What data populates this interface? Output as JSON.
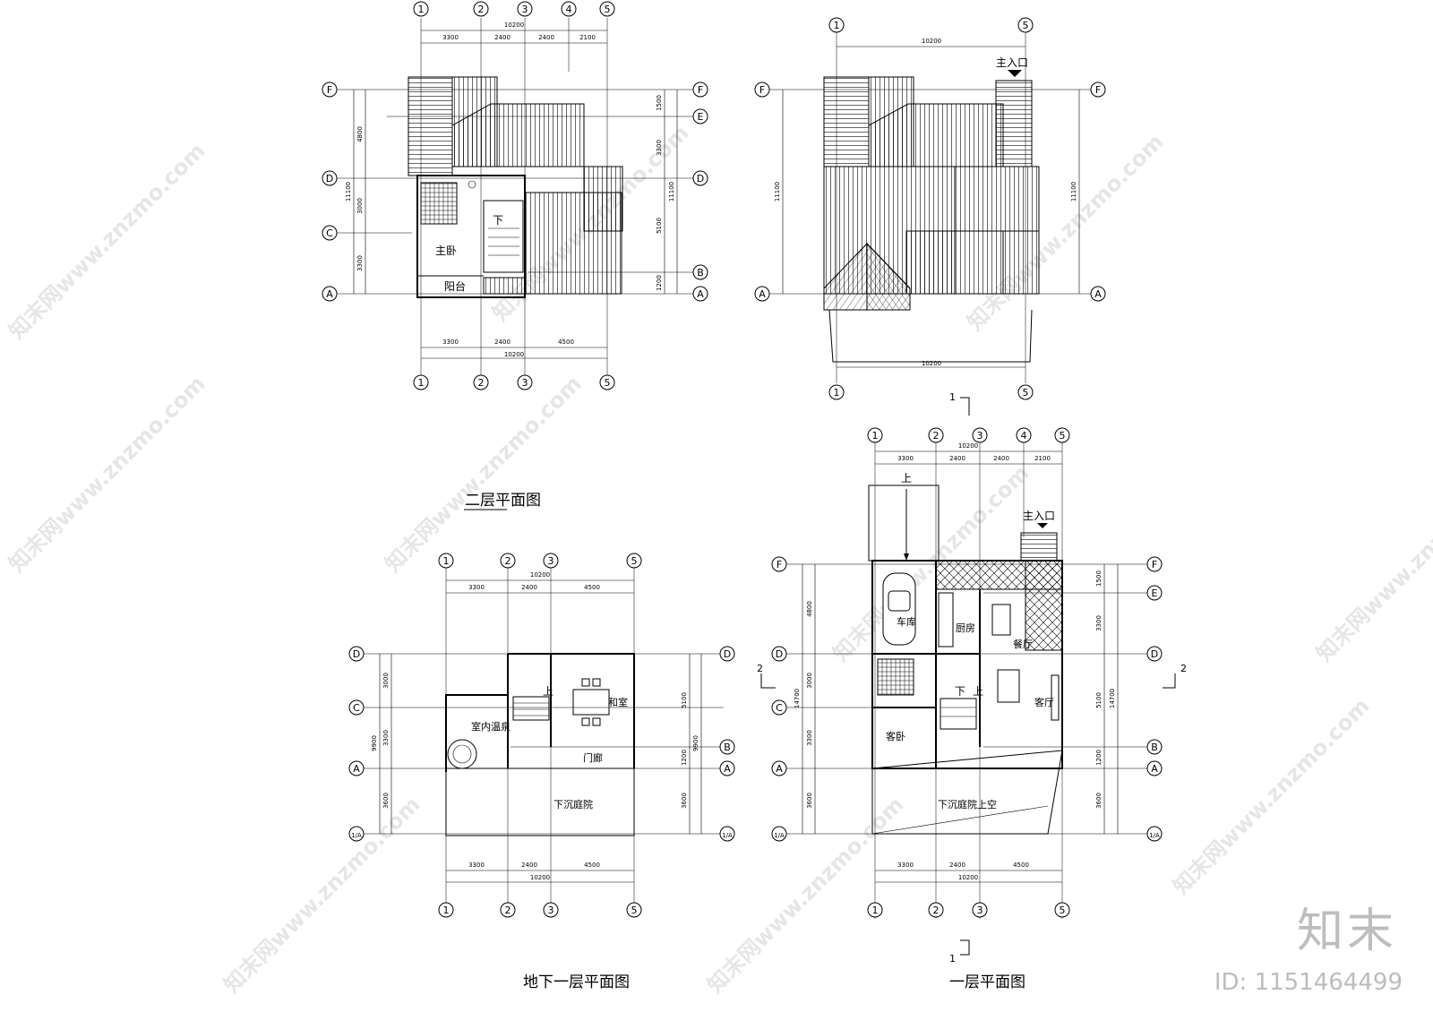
{
  "watermark": {
    "brand": "知末",
    "id": "ID: 1151464499",
    "pattern": "知末网www.znzmo.com"
  },
  "grid": {
    "nums_5": [
      "1",
      "2",
      "3",
      "4",
      "5"
    ],
    "nums_4": [
      "1",
      "2",
      "3",
      "5"
    ],
    "nums_2": [
      "1",
      "5"
    ],
    "letters_6": [
      "F",
      "E",
      "D",
      "C",
      "B",
      "A"
    ],
    "letters_ugr": [
      "D",
      "C",
      "B",
      "A",
      "1/A"
    ]
  },
  "dims": {
    "total": "10200",
    "top4": [
      "3300",
      "2400",
      "2400",
      "2100"
    ],
    "bot3": [
      "3300",
      "2400",
      "4500"
    ],
    "v_left_plan2": [
      "4800",
      "3000",
      "3300"
    ],
    "v_right_plan2": [
      "1500",
      "3300",
      "5100",
      "1200"
    ],
    "v_total_11100": "11100",
    "v_total_14700": "14700",
    "v_left_ugr": [
      "3000",
      "3300",
      "3600"
    ],
    "v_right_ugr": [
      "5100",
      "1200",
      "3600"
    ],
    "v_total_9900": "9900",
    "v_left_gf": [
      "4800",
      "3000",
      "3300",
      "3600"
    ],
    "v_right_gf": [
      "1500",
      "3300",
      "5100",
      "1200",
      "3600"
    ]
  },
  "plan_second": {
    "title": "二层平面图",
    "rooms": {
      "master": "主卧",
      "balcony": "阳台",
      "stair_down": "下"
    }
  },
  "plan_roof": {
    "entrance": "主入口",
    "section_mark": "1"
  },
  "plan_basement": {
    "title": "地下一层平面图",
    "rooms": {
      "spring": "室内温泉",
      "washitsu": "和室",
      "porch": "门廊",
      "courtyard": "下沉庭院",
      "stair_up": "上"
    }
  },
  "plan_ground": {
    "title": "一层平面图",
    "entrance": "主入口",
    "section_1": "1",
    "section_2": "2",
    "rooms": {
      "garage": "车库",
      "kitchen": "厨房",
      "dining": "餐厅",
      "living": "客厅",
      "guest": "客卧",
      "courtyard_void": "下沉庭院上空",
      "up": "上",
      "down": "下",
      "up2": "上"
    }
  }
}
